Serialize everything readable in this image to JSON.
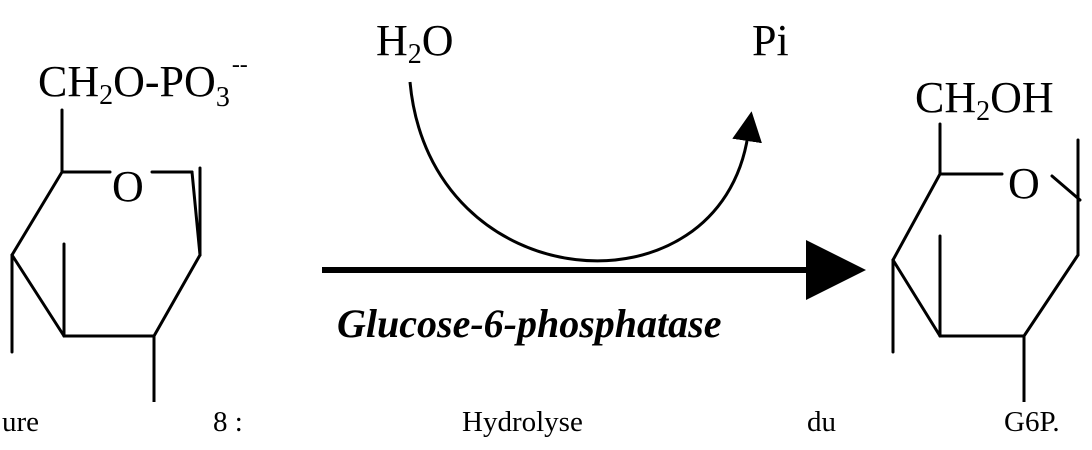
{
  "reactant": {
    "substituent": "CH",
    "substituent_sub": "2",
    "substituent_tail": "O-PO",
    "substituent_tail_sub": "3",
    "charge": "--",
    "ring_oxygen": "O"
  },
  "reagent_in": {
    "main": "H",
    "sub": "2",
    "tail": "O"
  },
  "reagent_out": "Pi",
  "enzyme": "Glucose-6-phosphatase",
  "product": {
    "substituent": "CH",
    "substituent_sub": "2",
    "substituent_tail": "OH",
    "ring_oxygen": "O"
  },
  "caption": {
    "word1": "ure",
    "word2": "8 :",
    "word3": "Hydrolyse",
    "word4": "du",
    "word5": "G6P."
  },
  "colors": {
    "ink": "#000000",
    "background": "#ffffff"
  }
}
